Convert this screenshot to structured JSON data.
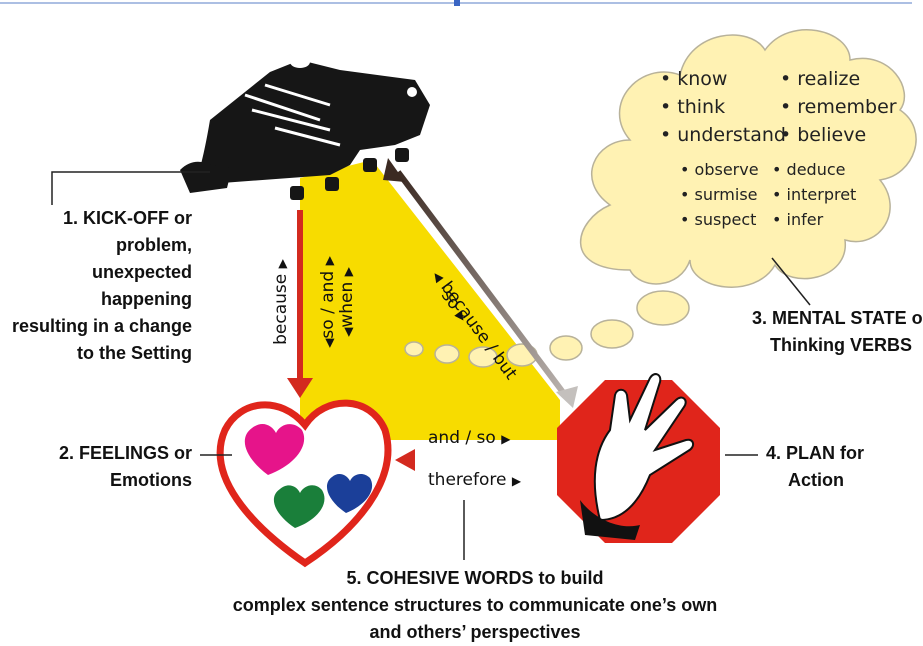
{
  "labels": {
    "kickoff": [
      "1. KICK-OFF or problem,",
      "unexpected happening",
      "resulting in a change",
      "to the Setting"
    ],
    "feelings": [
      "2. FEELINGS or",
      "Emotions"
    ],
    "mental": [
      "3. MENTAL STATE o",
      "Thinking VERBS"
    ],
    "plan": [
      "4. PLAN for",
      "Action"
    ],
    "cohesive": [
      "5. COHESIVE WORDS to build",
      "complex sentence structures to communicate one’s own",
      "and others’ perspectives"
    ]
  },
  "thinking_verbs": {
    "large": [
      "know",
      "realize",
      "think",
      "remember",
      "understand",
      "believe"
    ],
    "small": [
      "observe",
      "deduce",
      "surmise",
      "interpret",
      "suspect",
      "infer"
    ]
  },
  "connectives": {
    "because": "because",
    "so_and": "so / and",
    "when": "when",
    "because_but": "because / but",
    "so": "so",
    "and_so": "and / so",
    "therefore": "therefore"
  },
  "colors": {
    "triangle_yellow": "#f7dc00",
    "thought_bubble": "#fff2b3",
    "arrow_red": "#d32a1f",
    "arrow_dark": "#3b2a22",
    "stop_red": "#e0251b",
    "heart_pink": "#e6148a",
    "heart_green": "#1a7f3a",
    "heart_blue": "#1b3f99"
  },
  "icons": [
    "boot-icon",
    "heart-icon",
    "stop-hand-icon",
    "thought-cloud-icon"
  ]
}
